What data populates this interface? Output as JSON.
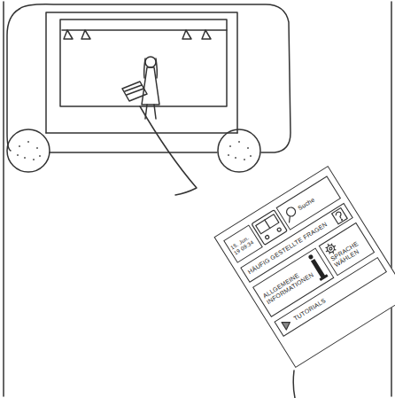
{
  "diagram": {
    "nodes": [
      {
        "text": [
          "15. Jun. 19 09:34"
        ]
      },
      {
        "text": [
          "Suche"
        ]
      },
      {
        "text": [
          "HÄUFIG GESTELLTE FRAGEN"
        ]
      },
      {
        "text": [
          "ALLGEMEINE INFORMATIONEN"
        ]
      },
      {
        "text": [
          "SPRACHE WÄHLEN"
        ]
      },
      {
        "text": [
          "TUTORIALS"
        ]
      }
    ]
  }
}
